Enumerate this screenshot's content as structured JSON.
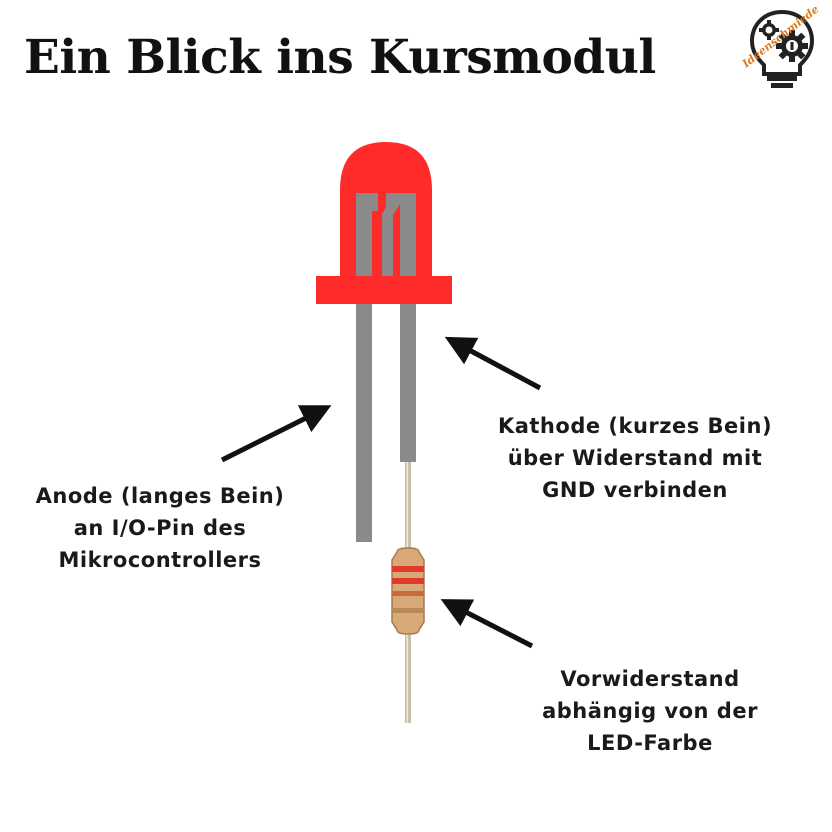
{
  "header": {
    "title": "Ein Blick ins Kursmodul"
  },
  "logo": {
    "icon": "lightbulb-gears-icon",
    "text": "Ideenschmiede",
    "color": "#e07a1f"
  },
  "labels": {
    "kathode": [
      "Kathode (kurzes Bein)",
      "über Widerstand mit",
      "GND verbinden"
    ],
    "anode": [
      "Anode (langes Bein)",
      "an I/O-Pin des",
      "Mikrocontrollers"
    ],
    "resistor": [
      "Vorwiderstand",
      "abhängig von der",
      "LED-Farbe"
    ]
  },
  "colors": {
    "led_red": "#ff2a2a",
    "leg_gray": "#8a8a8a",
    "resistor_body": "#d9a878",
    "resistor_band": "#e03a2a",
    "arrow": "#111111"
  }
}
